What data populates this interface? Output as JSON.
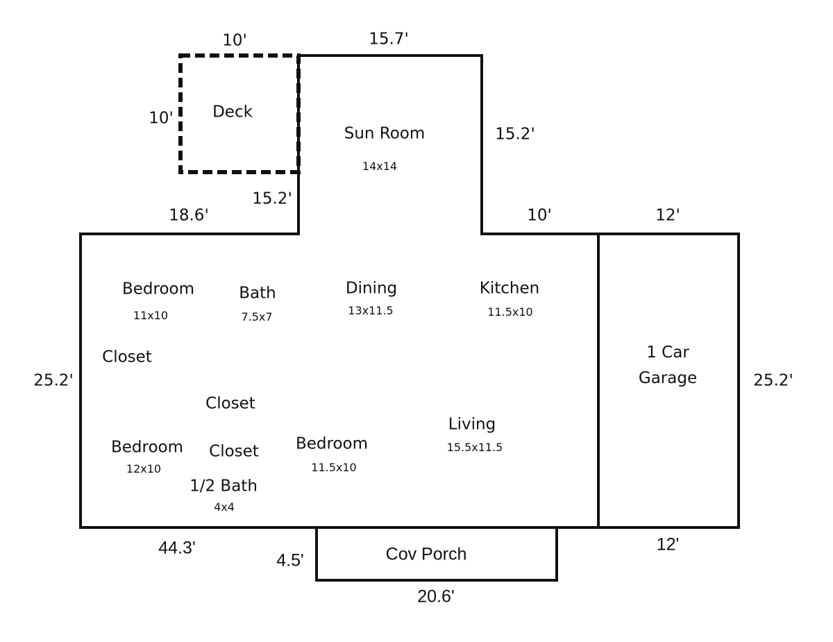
{
  "floor_plan": {
    "colors": {
      "wall": "#111111",
      "background": "#ffffff",
      "text": "#111111"
    },
    "rooms": {
      "deck": {
        "name": "Deck"
      },
      "sun_room": {
        "name": "Sun Room",
        "size": "14x14"
      },
      "bedroom_1": {
        "name": "Bedroom",
        "size": "11x10"
      },
      "bath": {
        "name": "Bath",
        "size": "7.5x7"
      },
      "dining": {
        "name": "Dining",
        "size": "13x11.5"
      },
      "kitchen": {
        "name": "Kitchen",
        "size": "11.5x10"
      },
      "closet_1": {
        "name": "Closet"
      },
      "closet_2": {
        "name": "Closet"
      },
      "closet_3": {
        "name": "Closet"
      },
      "bedroom_2": {
        "name": "Bedroom",
        "size": "12x10"
      },
      "half_bath": {
        "name": "1/2 Bath",
        "size": "4x4"
      },
      "bedroom_3": {
        "name": "Bedroom",
        "size": "11.5x10"
      },
      "living": {
        "name": "Living",
        "size": "15.5x11.5"
      },
      "garage": {
        "line1": "1 Car",
        "line2": "Garage"
      },
      "porch": {
        "name": "Cov Porch"
      }
    },
    "dimensions": {
      "deck_top": "10'",
      "deck_left": "10'",
      "sunroom_top": "15.7'",
      "sunroom_right": "15.2'",
      "sunroom_left": "15.2'",
      "main_top_left": "18.6'",
      "main_top_right": "10'",
      "garage_top": "12'",
      "main_left": "25.2'",
      "garage_right": "25.2'",
      "main_bottom": "44.3'",
      "porch_side": "4.5'",
      "porch_bottom": "20.6'",
      "garage_bottom": "12'"
    }
  }
}
